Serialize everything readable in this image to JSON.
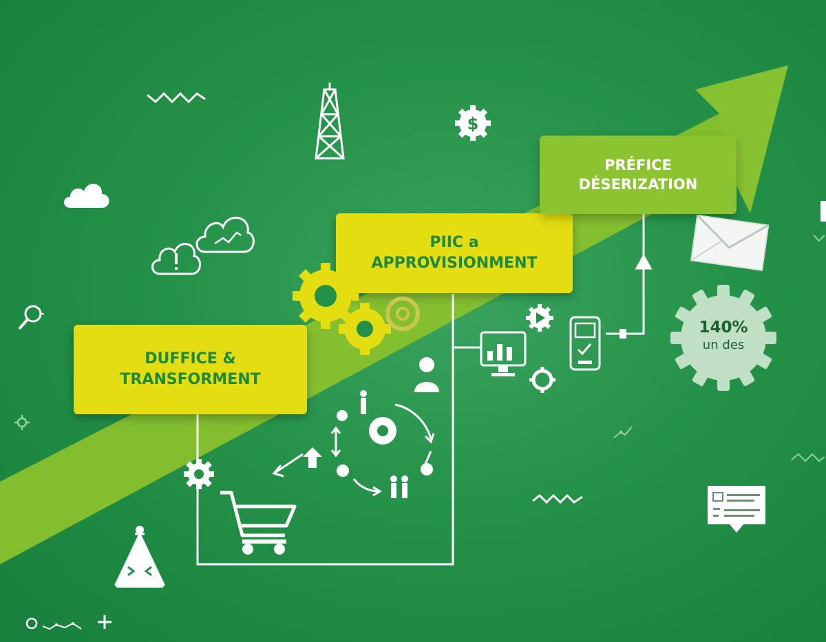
{
  "steps": [
    {
      "line1": "DUFFICE &",
      "line2": "TRANSFORMENT",
      "color": "#e3dd12",
      "text_color": "#1d8a3b"
    },
    {
      "line1": "PIIC a",
      "line2": "APPROVISIONMENT",
      "color": "#e3dd12",
      "text_color": "#1d8a3b"
    },
    {
      "line1": "PRÉFICE",
      "line2": "DÉSERIZATION",
      "color": "#8cc431",
      "text_color": "#ffffff"
    }
  ],
  "badge": {
    "value": "140%",
    "label": "un des"
  },
  "colors": {
    "background": "#249148",
    "arrow": "#8cc431",
    "line": "#ffffff"
  },
  "icons": [
    "zigzag-icon",
    "oil-derrick-icon",
    "dollar-gear-icon",
    "cloud-icon",
    "cloud-alert-icon",
    "cloud-chart-icon",
    "magnifier-icon",
    "gear-cluster-icon",
    "user-icon",
    "people-icon",
    "shopping-cart-icon",
    "monitor-chart-icon",
    "mobile-phone-icon",
    "envelope-icon",
    "gear-badge-icon",
    "chat-card-icon",
    "flask-icon",
    "plus-icon"
  ]
}
